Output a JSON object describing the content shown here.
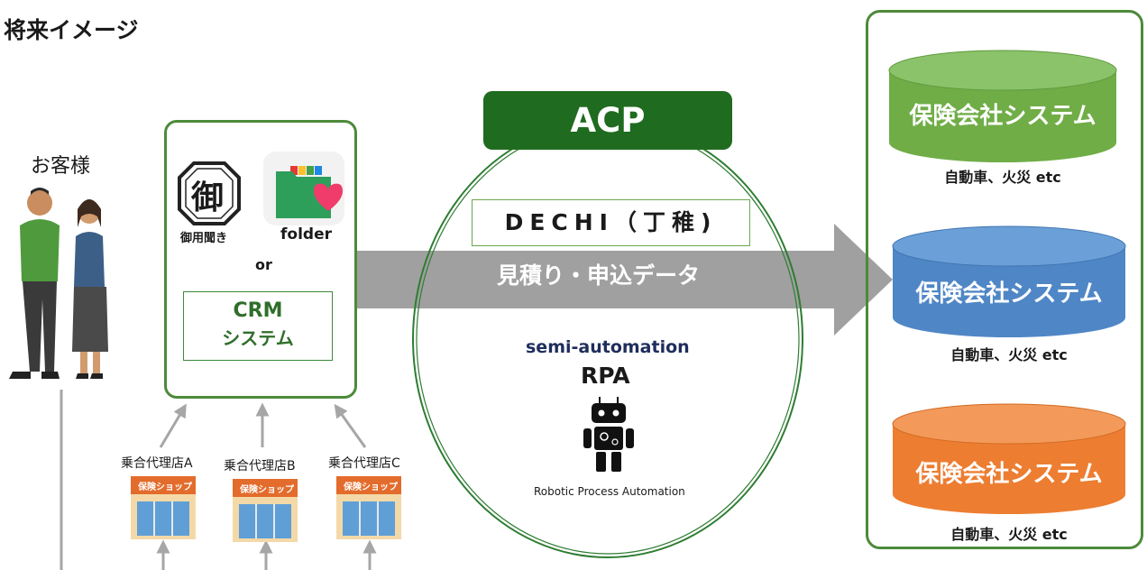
{
  "title": "将来イメージ",
  "customers": {
    "label": "お客様"
  },
  "crm_frame": {
    "gokiki_symbol": "御",
    "gokiki_label": "御用聞き",
    "folder_label": "folder",
    "or_label": "or",
    "crm_box": {
      "line1": "CRM",
      "line2": "システム"
    }
  },
  "acp": {
    "banner": "ACP",
    "dechi": "DECHI（丁稚)",
    "arrow_text": "見積り・申込データ",
    "semi_automation": "semi-automation",
    "rpa": "RPA",
    "rpa_caption": "Robotic Process Automation"
  },
  "insurers": [
    {
      "label": "保険会社システム",
      "sub": "自動車、火災 etc",
      "color": "#70ad47"
    },
    {
      "label": "保険会社システム",
      "sub": "自動車、火災 etc",
      "color": "#4f86c6"
    },
    {
      "label": "保険会社システム",
      "sub": "自動車、火災 etc",
      "color": "#ed7d31"
    }
  ],
  "agencies": [
    {
      "label": "乗合代理店A",
      "shop": "保険ショップ"
    },
    {
      "label": "乗合代理店B",
      "shop": "保険ショップ"
    },
    {
      "label": "乗合代理店C",
      "shop": "保険ショップ"
    }
  ],
  "colors": {
    "frame_green": "#4d8a3a",
    "acp_green": "#1f6b1f",
    "arrow_gray": "#9e9e9e",
    "shop_sign": "#e36c2c"
  }
}
